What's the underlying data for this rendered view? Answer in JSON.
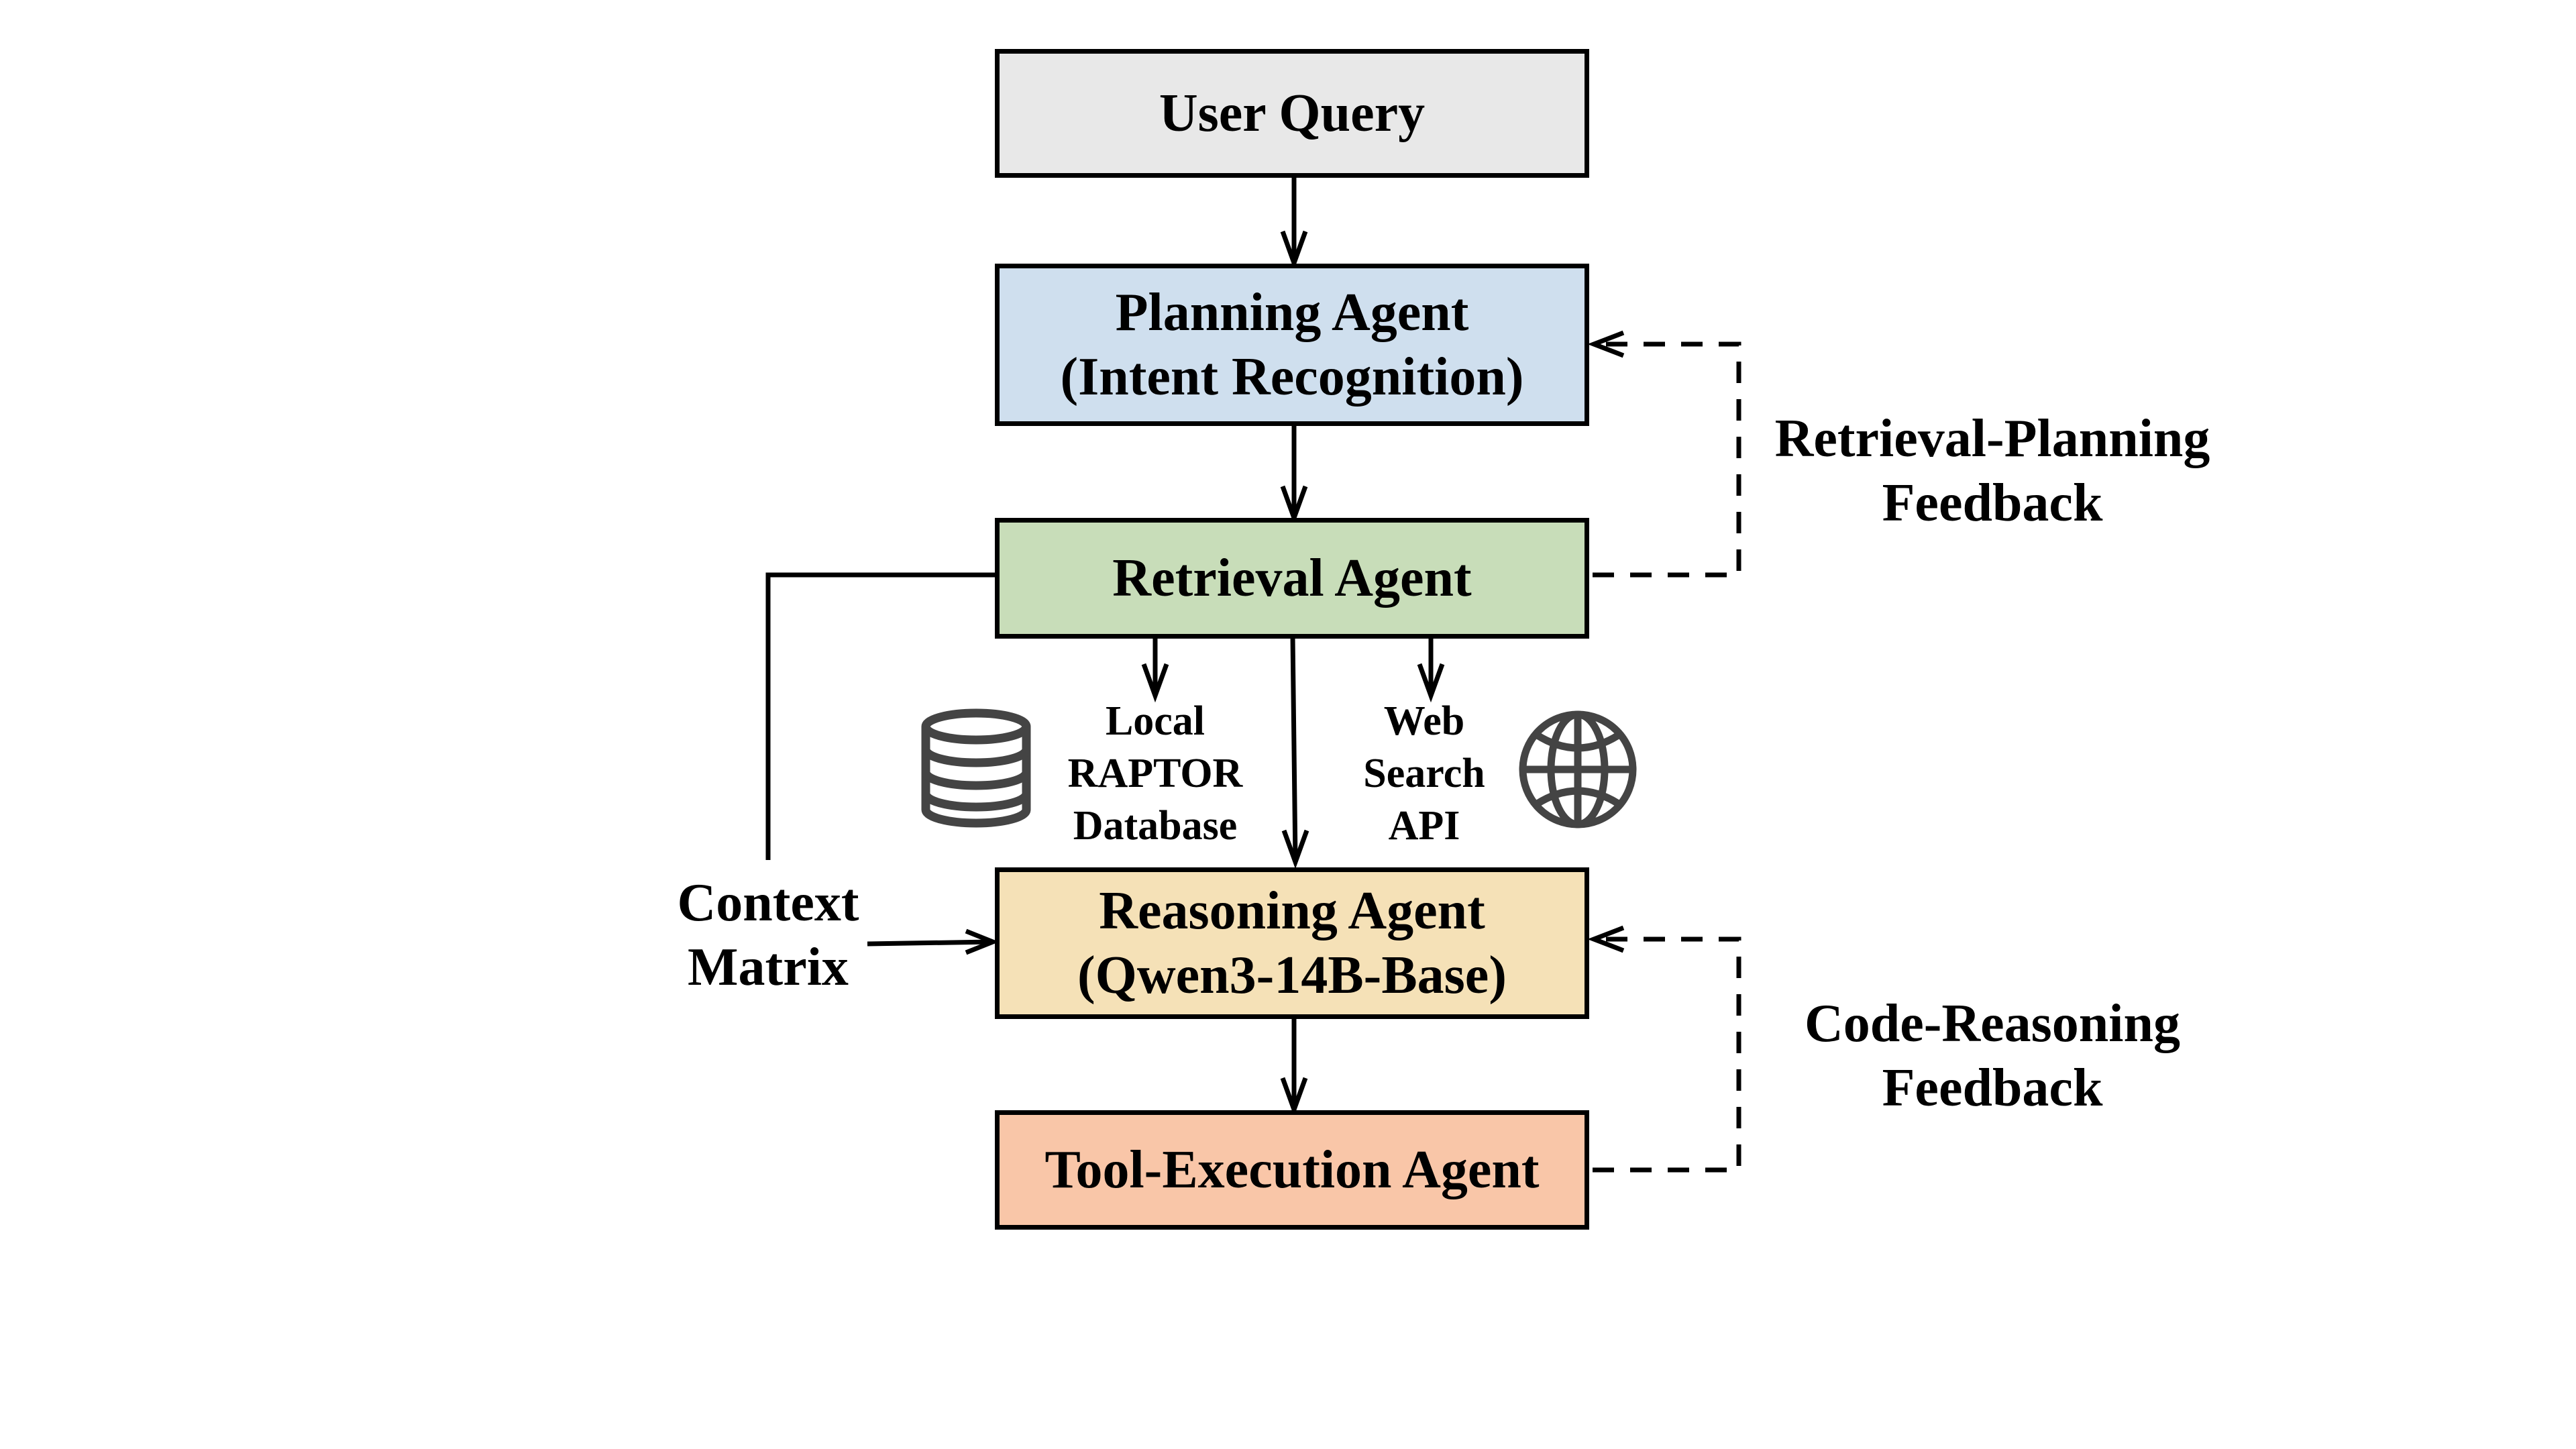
{
  "nodes": {
    "user_query": {
      "label": "User Query",
      "color": "#E8E8E8"
    },
    "planning": {
      "line1": "Planning Agent",
      "line2": "(Intent Recognition)",
      "color": "#CFDFEE"
    },
    "retrieval": {
      "label": "Retrieval Agent",
      "color": "#C8DDB9"
    },
    "reasoning": {
      "line1": "Reasoning Agent",
      "line2": "(Qwen3-14B-Base)",
      "color": "#F5E1B7"
    },
    "tool_execution": {
      "label": "Tool-Execution Agent",
      "color": "#F9C6A8"
    }
  },
  "sources": {
    "local_db": {
      "line1": "Local",
      "line2": "RAPTOR",
      "line3": "Database",
      "icon": "database-icon"
    },
    "web_search": {
      "line1": "Web",
      "line2": "Search",
      "line3": "API",
      "icon": "globe-icon"
    }
  },
  "side_labels": {
    "context_matrix": {
      "line1": "Context",
      "line2": "Matrix"
    },
    "retrieval_planning_feedback": {
      "line1": "Retrieval-Planning",
      "line2": "Feedback"
    },
    "code_reasoning_feedback": {
      "line1": "Code-Reasoning",
      "line2": "Feedback"
    }
  },
  "colors": {
    "stroke": "#000000",
    "icon": "#444444"
  }
}
